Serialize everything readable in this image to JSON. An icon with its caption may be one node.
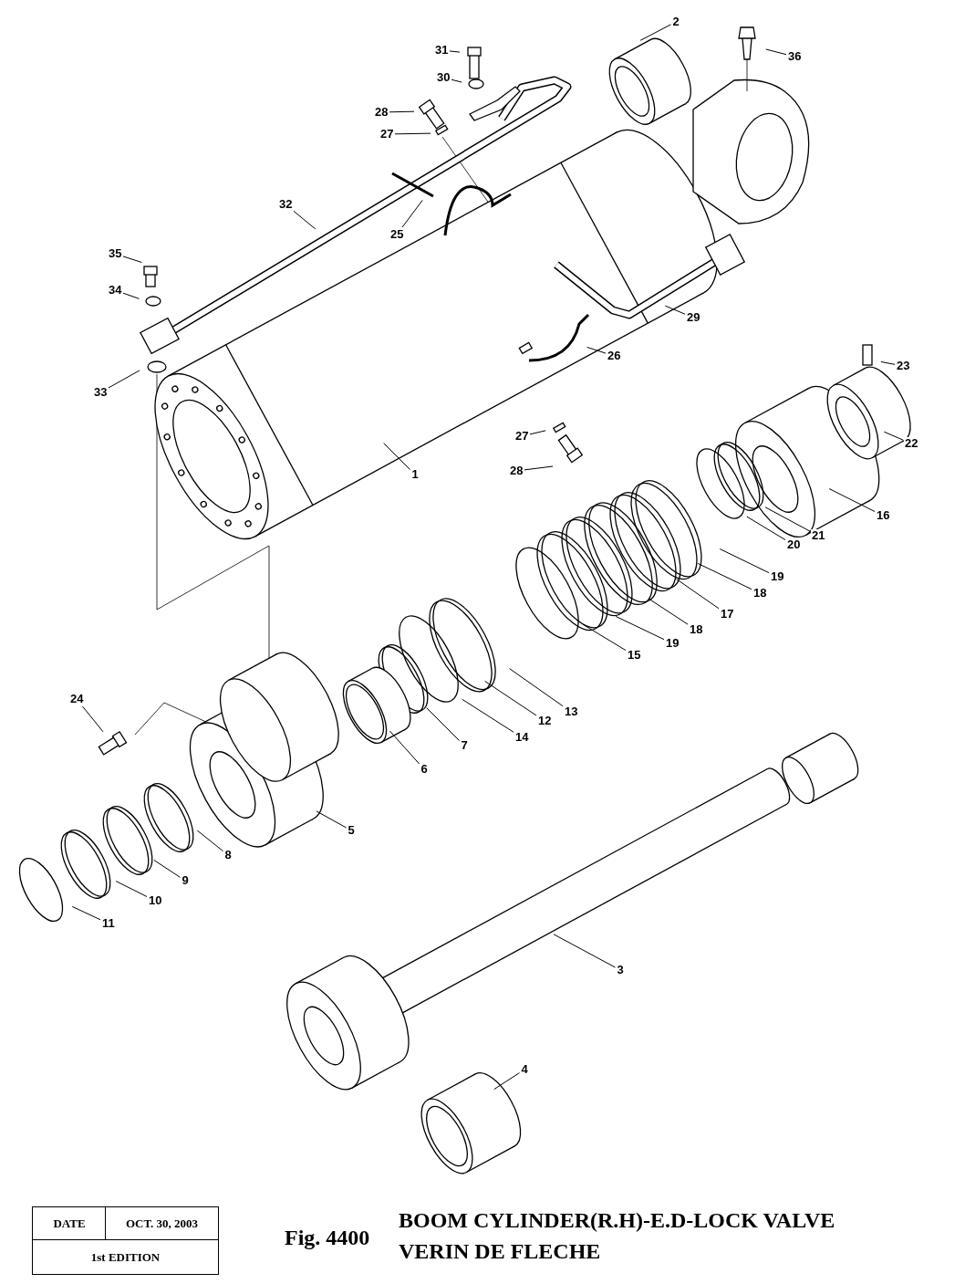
{
  "diagram": {
    "nodes": [
      {
        "text": [
          "2"
        ]
      },
      {
        "text": [
          "31"
        ]
      },
      {
        "text": [
          "36"
        ]
      },
      {
        "text": [
          "30"
        ]
      },
      {
        "text": [
          "28"
        ]
      },
      {
        "text": [
          "27"
        ]
      },
      {
        "text": [
          "32"
        ]
      },
      {
        "text": [
          "25"
        ]
      },
      {
        "text": [
          "35"
        ]
      },
      {
        "text": [
          "34"
        ]
      },
      {
        "text": [
          "29"
        ]
      },
      {
        "text": [
          "26"
        ]
      },
      {
        "text": [
          "23"
        ]
      },
      {
        "text": [
          "33"
        ]
      },
      {
        "text": [
          "27"
        ]
      },
      {
        "text": [
          "28"
        ]
      },
      {
        "text": [
          "22"
        ]
      },
      {
        "text": [
          "1"
        ]
      },
      {
        "text": [
          "16"
        ]
      },
      {
        "text": [
          "21"
        ]
      },
      {
        "text": [
          "20"
        ]
      },
      {
        "text": [
          "19"
        ]
      },
      {
        "text": [
          "18"
        ]
      },
      {
        "text": [
          "17"
        ]
      },
      {
        "text": [
          "18"
        ]
      },
      {
        "text": [
          "19"
        ]
      },
      {
        "text": [
          "15"
        ]
      },
      {
        "text": [
          "24"
        ]
      },
      {
        "text": [
          "13"
        ]
      },
      {
        "text": [
          "12"
        ]
      },
      {
        "text": [
          "14"
        ]
      },
      {
        "text": [
          "7"
        ]
      },
      {
        "text": [
          "6"
        ]
      },
      {
        "text": [
          "5"
        ]
      },
      {
        "text": [
          "8"
        ]
      },
      {
        "text": [
          "9"
        ]
      },
      {
        "text": [
          "10"
        ]
      },
      {
        "text": [
          "11"
        ]
      },
      {
        "text": [
          "3"
        ]
      },
      {
        "text": [
          "4"
        ]
      }
    ],
    "edges": [
      {
        "from": 0,
        "to": null,
        "arrow": "none"
      },
      {
        "from": 1,
        "to": null,
        "arrow": "none"
      },
      {
        "from": 2,
        "to": null,
        "arrow": "none"
      },
      {
        "from": 3,
        "to": null,
        "arrow": "none"
      },
      {
        "from": 4,
        "to": null,
        "arrow": "none"
      },
      {
        "from": 5,
        "to": null,
        "arrow": "none"
      },
      {
        "from": 6,
        "to": null,
        "arrow": "none"
      },
      {
        "from": 7,
        "to": null,
        "arrow": "none"
      },
      {
        "from": 8,
        "to": null,
        "arrow": "none"
      },
      {
        "from": 9,
        "to": null,
        "arrow": "none"
      },
      {
        "from": 10,
        "to": null,
        "arrow": "none"
      },
      {
        "from": 11,
        "to": null,
        "arrow": "none"
      },
      {
        "from": 12,
        "to": null,
        "arrow": "none"
      },
      {
        "from": 13,
        "to": null,
        "arrow": "none"
      },
      {
        "from": 14,
        "to": null,
        "arrow": "none"
      },
      {
        "from": 15,
        "to": null,
        "arrow": "none"
      },
      {
        "from": 16,
        "to": null,
        "arrow": "none"
      },
      {
        "from": 17,
        "to": null,
        "arrow": "none"
      },
      {
        "from": 18,
        "to": null,
        "arrow": "none"
      },
      {
        "from": 19,
        "to": null,
        "arrow": "none"
      },
      {
        "from": 20,
        "to": null,
        "arrow": "none"
      },
      {
        "from": 21,
        "to": null,
        "arrow": "none"
      },
      {
        "from": 22,
        "to": null,
        "arrow": "none"
      },
      {
        "from": 23,
        "to": null,
        "arrow": "none"
      },
      {
        "from": 24,
        "to": null,
        "arrow": "none"
      },
      {
        "from": 25,
        "to": null,
        "arrow": "none"
      },
      {
        "from": 26,
        "to": null,
        "arrow": "none"
      },
      {
        "from": 27,
        "to": null,
        "arrow": "none"
      },
      {
        "from": 28,
        "to": null,
        "arrow": "none"
      },
      {
        "from": 29,
        "to": null,
        "arrow": "none"
      },
      {
        "from": 30,
        "to": null,
        "arrow": "none"
      },
      {
        "from": 31,
        "to": null,
        "arrow": "none"
      },
      {
        "from": 32,
        "to": null,
        "arrow": "none"
      },
      {
        "from": 33,
        "to": null,
        "arrow": "none"
      },
      {
        "from": 34,
        "to": null,
        "arrow": "none"
      },
      {
        "from": 35,
        "to": null,
        "arrow": "none"
      },
      {
        "from": 36,
        "to": null,
        "arrow": "none"
      },
      {
        "from": 37,
        "to": null,
        "arrow": "none"
      },
      {
        "from": 38,
        "to": null,
        "arrow": "none"
      },
      {
        "from": 39,
        "to": null,
        "arrow": "none"
      }
    ],
    "labels": [
      "DATE",
      "OCT. 30, 2003",
      "1st EDITION",
      "Fig. 4400",
      "BOOM CYLINDER(R.H)-E.D-LOCK VALVE",
      "VERIN DE FLECHE"
    ]
  }
}
